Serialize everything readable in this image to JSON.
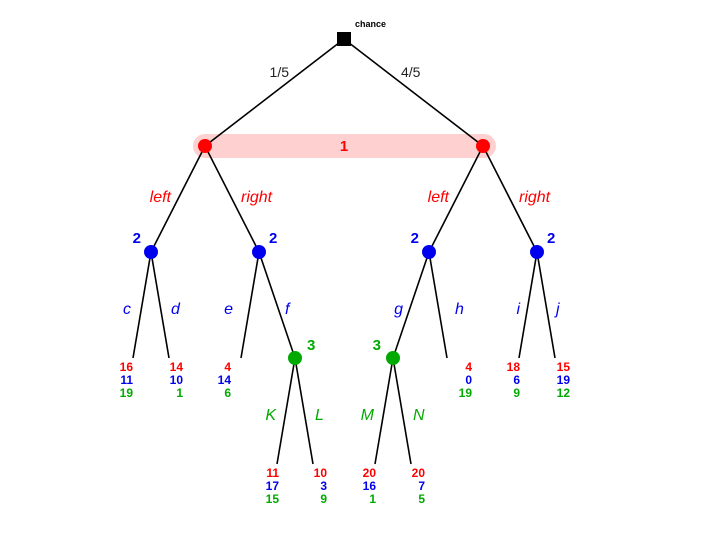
{
  "colors": {
    "p1": "#ff0000",
    "p2": "#0000ee",
    "p3": "#00aa00",
    "infoset": "#ffc8c8"
  },
  "chance": {
    "label": "chance",
    "probs": [
      "1/5",
      "4/5"
    ]
  },
  "infoset": {
    "label": "1"
  },
  "players": {
    "p1": "1",
    "p2": "2",
    "p3": "3"
  },
  "moves": {
    "left": "left",
    "right": "right",
    "c": "c",
    "d": "d",
    "e": "e",
    "f": "f",
    "g": "g",
    "h": "h",
    "i": "i",
    "j": "j",
    "K": "K",
    "L": "L",
    "M": "M",
    "N": "N"
  },
  "payoffs": {
    "c": [
      "16",
      "11",
      "19"
    ],
    "d": [
      "14",
      "10",
      "1"
    ],
    "e": [
      "4",
      "14",
      "6"
    ],
    "K": [
      "11",
      "17",
      "15"
    ],
    "L": [
      "10",
      "3",
      "9"
    ],
    "M": [
      "20",
      "16",
      "1"
    ],
    "N": [
      "20",
      "7",
      "5"
    ],
    "h": [
      "4",
      "0",
      "19"
    ],
    "i": [
      "18",
      "6",
      "9"
    ],
    "j": [
      "15",
      "19",
      "12"
    ]
  }
}
